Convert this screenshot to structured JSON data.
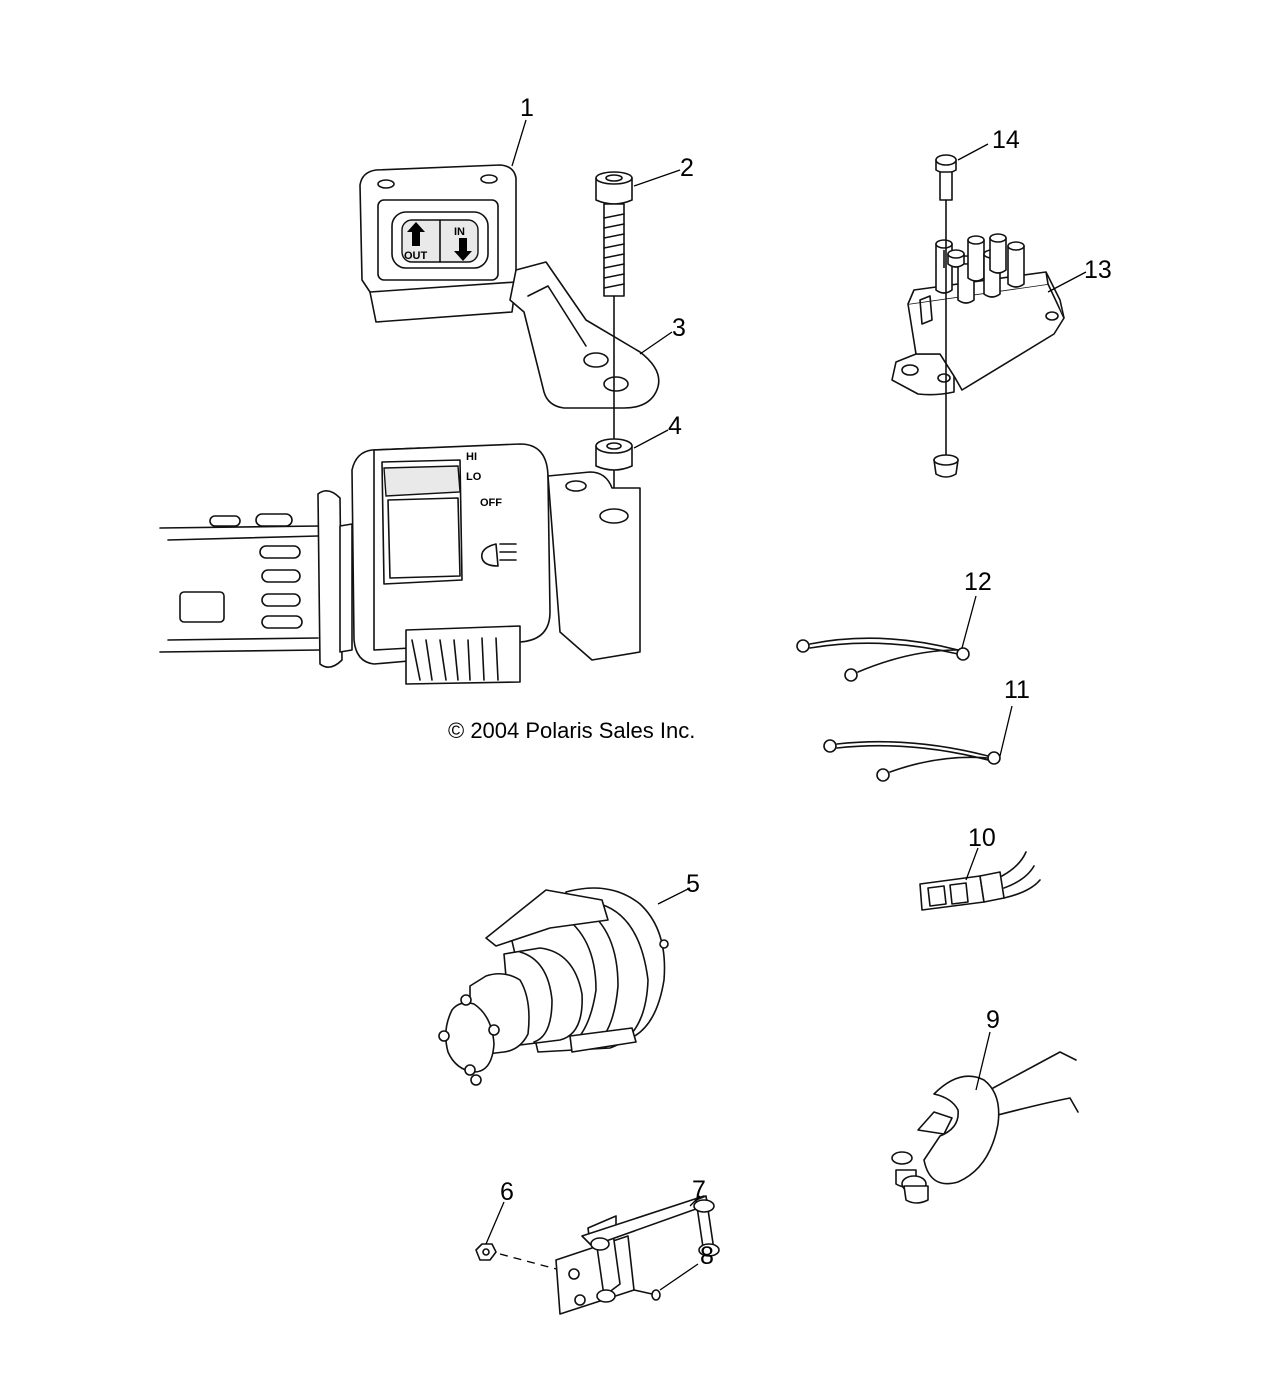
{
  "callouts": [
    "1",
    "2",
    "3",
    "4",
    "5",
    "6",
    "7",
    "8",
    "9",
    "10",
    "11",
    "12",
    "13",
    "14"
  ],
  "copyright": "© 2004 Polaris Sales Inc.",
  "switch_labels": {
    "out": "OUT",
    "in": "IN"
  },
  "handlebar_labels": {
    "hi": "HI",
    "lo": "LO",
    "off": "OFF"
  }
}
